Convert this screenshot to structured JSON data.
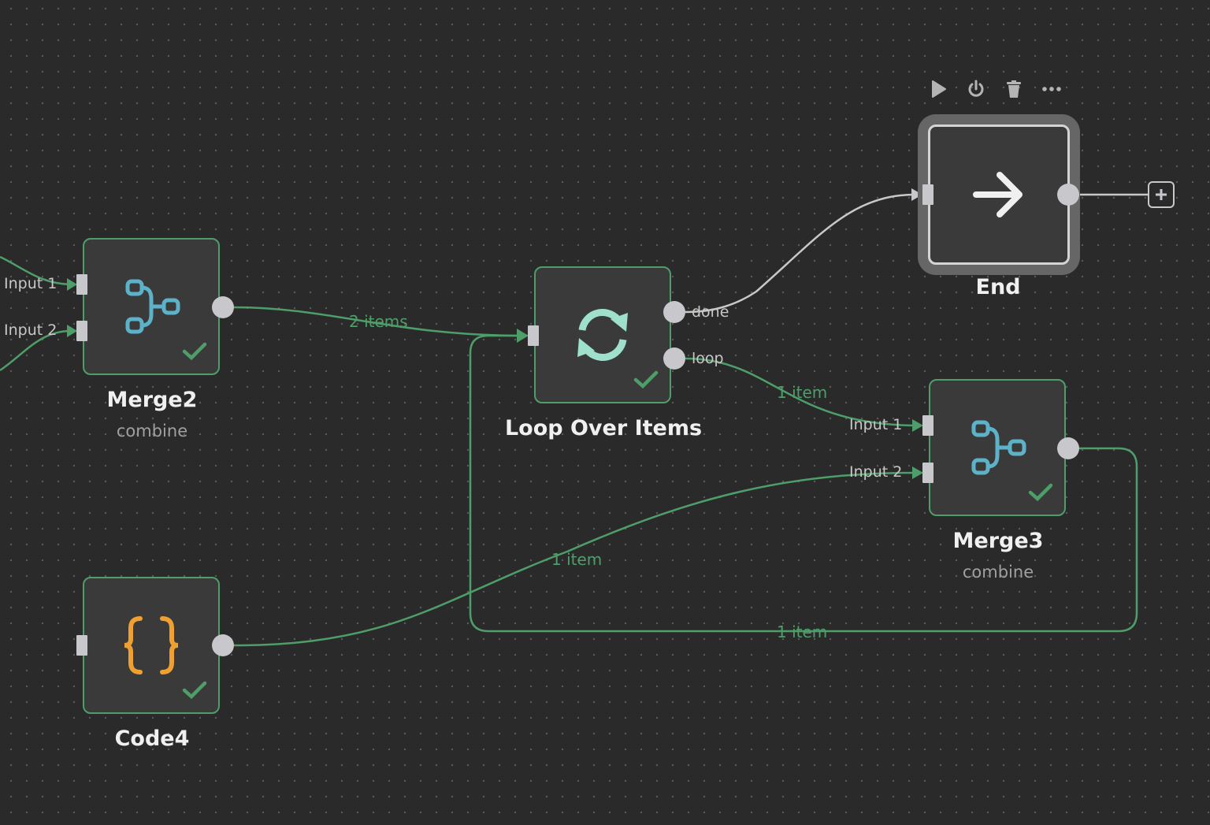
{
  "colors": {
    "canvas": "#2a2a2a",
    "edge_success": "#4e9e6a",
    "edge_default": "#c8c8cc",
    "node_bg": "#3a3a3a",
    "merge_icon": "#5cb2c9",
    "loop_icon": "#9ee0cc",
    "code_icon": "#f0a030"
  },
  "toolbar": {
    "buttons": [
      {
        "icon": "play-icon",
        "label": "Execute node"
      },
      {
        "icon": "power-icon",
        "label": "Deactivate"
      },
      {
        "icon": "trash-icon",
        "label": "Delete"
      },
      {
        "icon": "more-icon",
        "label": "More"
      }
    ]
  },
  "nodes": {
    "merge2": {
      "name": "Merge2",
      "subtitle": "combine",
      "icon": "merge-icon",
      "status": "success",
      "inputs": [
        "Input 1",
        "Input 2"
      ]
    },
    "loop": {
      "name": "Loop Over Items",
      "icon": "loop-icon",
      "status": "success",
      "outputs": [
        "done",
        "loop"
      ]
    },
    "end": {
      "name": "End",
      "icon": "arrow-right-icon",
      "selected": true
    },
    "merge3": {
      "name": "Merge3",
      "subtitle": "combine",
      "icon": "merge-icon",
      "status": "success",
      "inputs": [
        "Input 1",
        "Input 2"
      ]
    },
    "code4": {
      "name": "Code4",
      "icon": "code-braces-icon",
      "status": "success"
    }
  },
  "edges": {
    "merge2_to_loop": "2 items",
    "loop_to_merge3": "1 item",
    "code4_to_merge3": "1 item",
    "merge3_to_loop": "1 item"
  }
}
